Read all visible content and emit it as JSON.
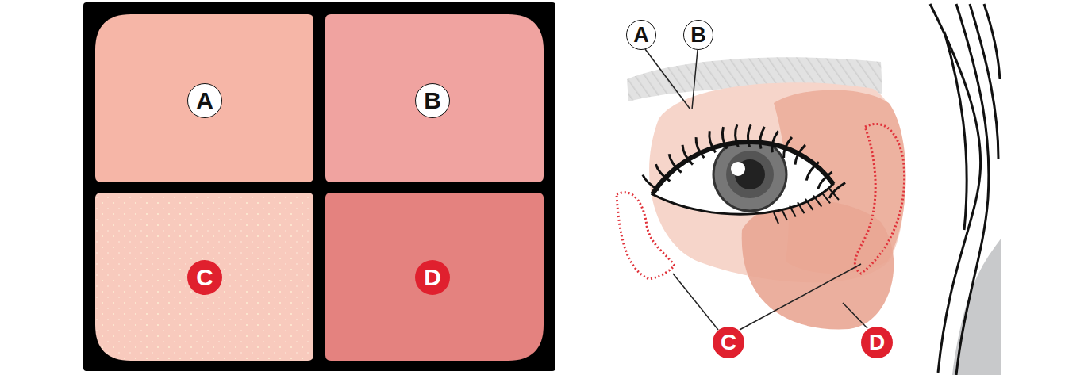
{
  "diagram": {
    "nodes": [
      {
        "text": [
          "A"
        ]
      },
      {
        "text": [
          "B"
        ]
      },
      {
        "text": [
          "C"
        ]
      },
      {
        "text": [
          "D"
        ]
      },
      {
        "text": [
          "A"
        ]
      },
      {
        "text": [
          "B"
        ]
      },
      {
        "text": [
          "C"
        ]
      },
      {
        "text": [
          "D"
        ]
      }
    ]
  }
}
